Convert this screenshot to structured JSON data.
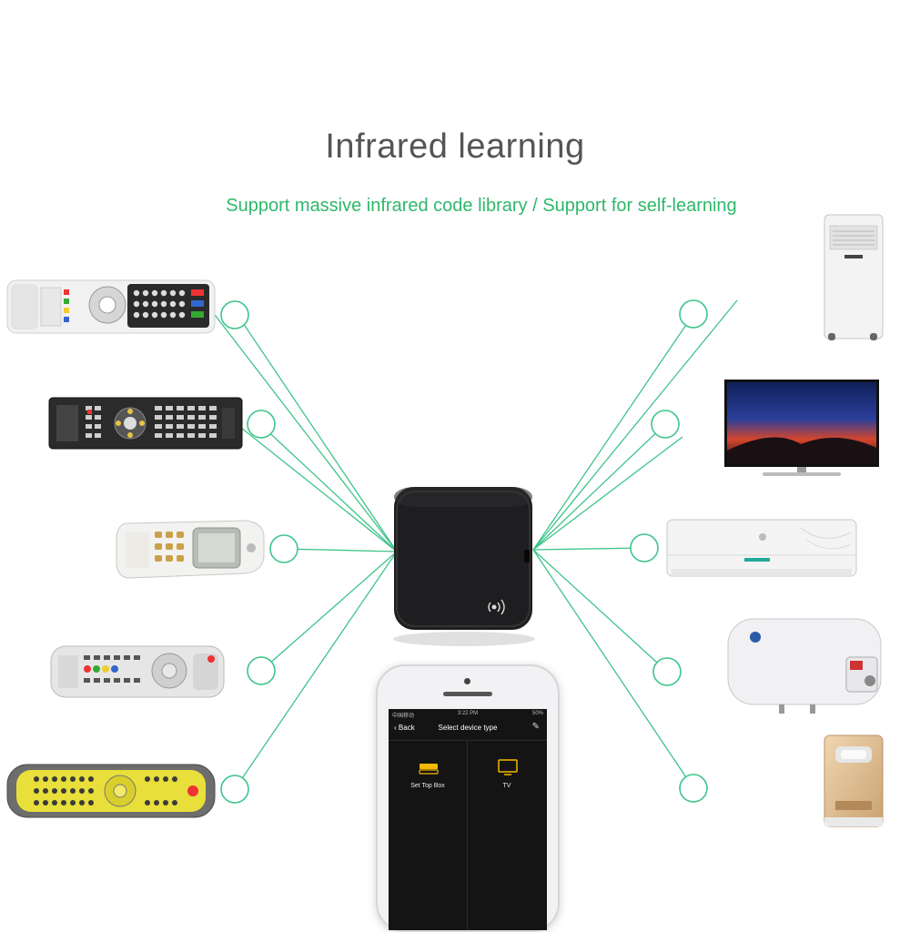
{
  "title": "Infrared learning",
  "subtitle": "Support massive infrared code library / Support for self-learning",
  "colors": {
    "accent_green": "#2fb86a",
    "line_green": "#3ec48a",
    "hub_body": "#1e1e20",
    "title_gray": "#555555",
    "icon_yellow": "#f5b800"
  },
  "left_devices": [
    "tv-remote-white",
    "remote-black",
    "ac-remote",
    "remote-silver",
    "remote-yellow"
  ],
  "right_devices": [
    "portable-air-conditioner",
    "flat-tv",
    "split-air-conditioner",
    "water-heater",
    "air-purifier"
  ],
  "phone": {
    "status_carrier": "中国移动",
    "status_time": "3:22 PM",
    "status_battery": "50%",
    "back_label": "Back",
    "nav_title": "Select device type",
    "tile_1": "Set Top Box",
    "tile_2": "TV"
  }
}
